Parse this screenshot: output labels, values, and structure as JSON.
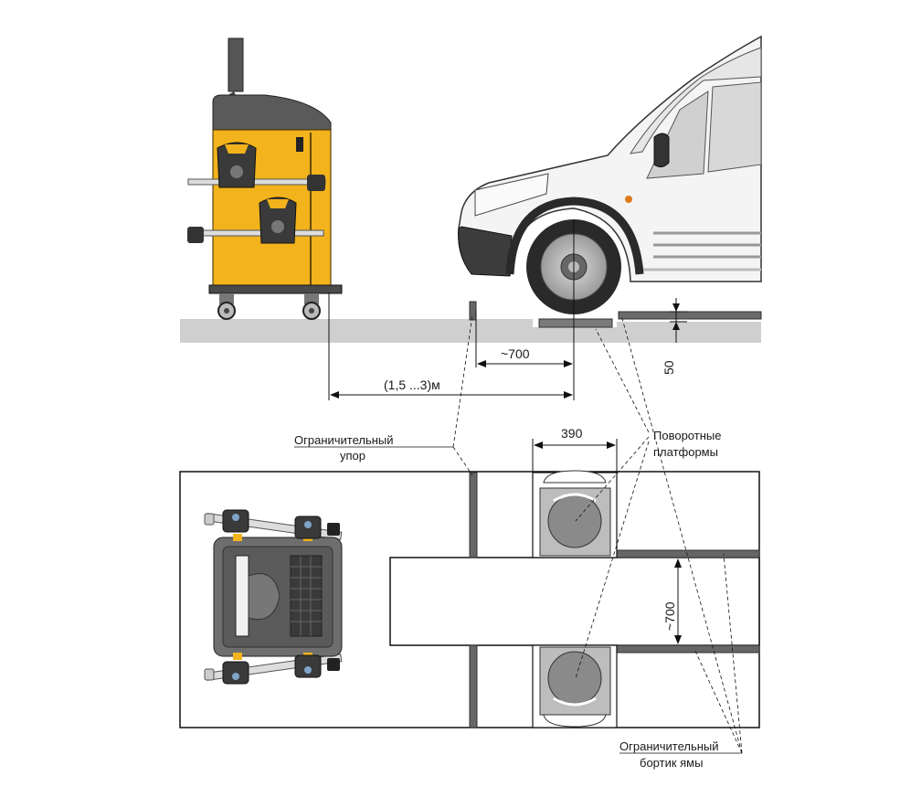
{
  "dimensions": {
    "approach_distance": "~700",
    "stand_to_wheel": "(1,5 ...3)м",
    "platform_height": "50",
    "platform_width": "390",
    "track_gap": "~700"
  },
  "callouts": {
    "limit_stop_line1": "Ограничительный",
    "limit_stop_line2": "упор",
    "turntables_line1": "Поворотные",
    "turntables_line2": "платформы",
    "pit_border_line1": "Ограничительный",
    "pit_border_line2": "бортик ямы"
  },
  "colors": {
    "cabinet_yellow": "#f2b31c",
    "floor_gray": "#cfcfcf",
    "body_white": "#f4f4f4",
    "dark_gray": "#4a4a4a",
    "turntable_gray": "#8a8a8a"
  }
}
